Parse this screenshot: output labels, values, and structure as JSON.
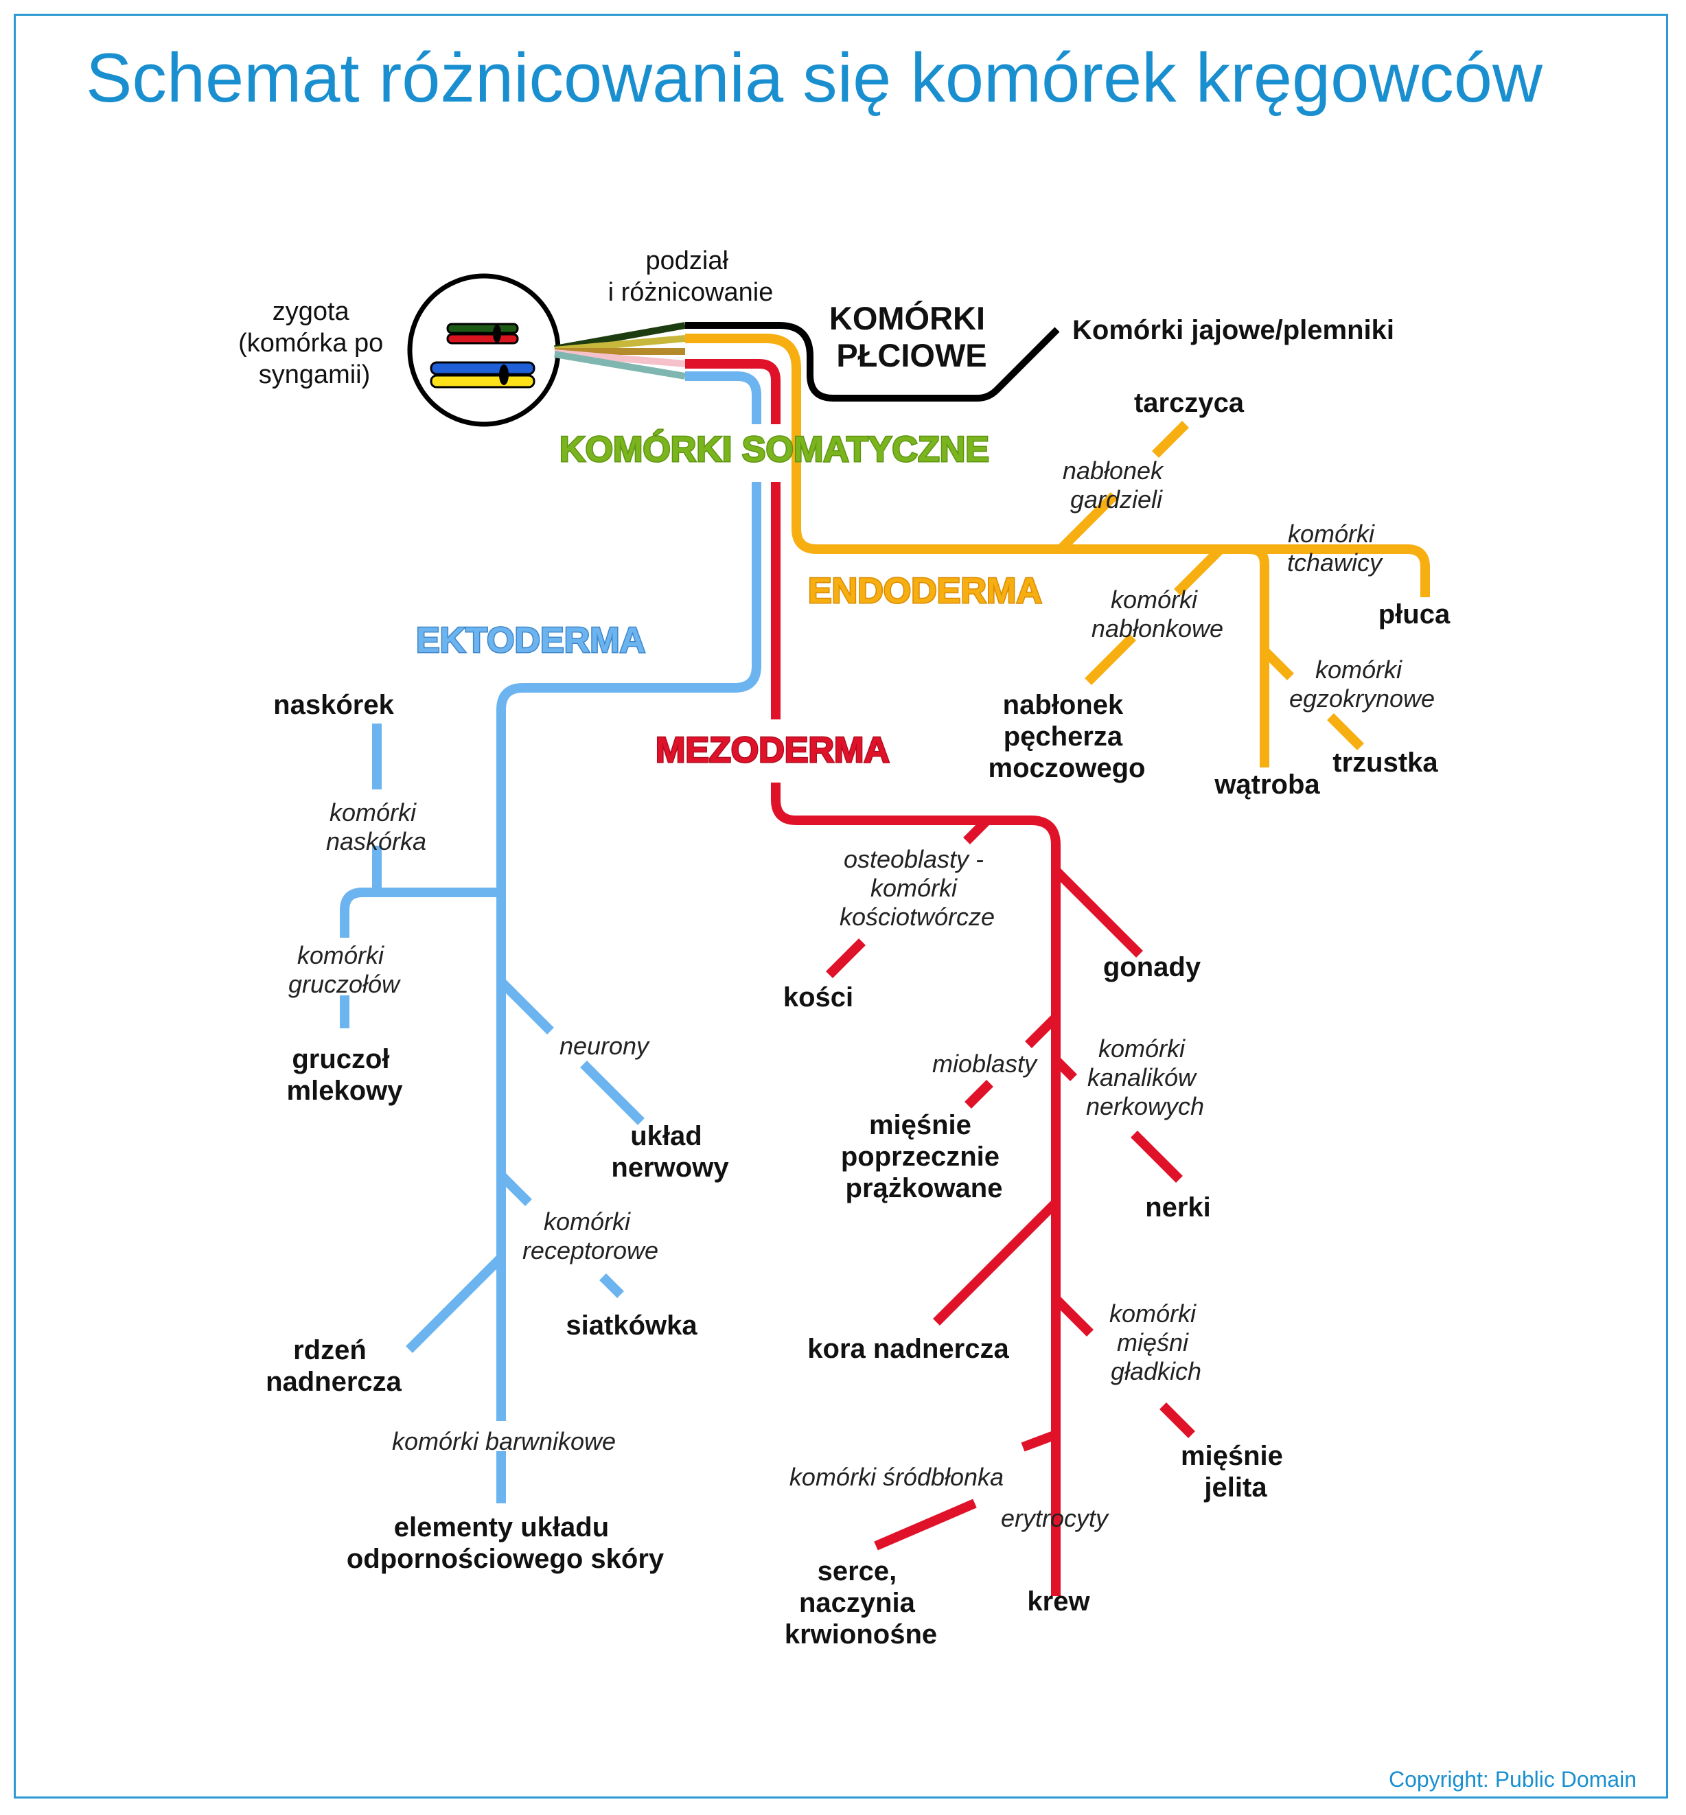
{
  "title": "Schemat różnicowania się komórek kręgowców",
  "zygote": [
    "zygota",
    "(komórka po",
    "syngamii)"
  ],
  "division": [
    "podział",
    "i różnicowanie"
  ],
  "sex_cells": {
    "heading": [
      "KOMÓRKI",
      "PŁCIOWE"
    ],
    "product": "Komórki jajowe/plemniki"
  },
  "somatic": "KOMÓRKI SOMATYCZNE",
  "endoderm": {
    "name": "ENDODERMA",
    "items": [
      {
        "cells": [
          "nabłonek",
          "gardzieli"
        ],
        "organ": [
          "tarczyca"
        ]
      },
      {
        "cells": [
          "komórki",
          "tchawicy"
        ],
        "organ": [
          "płuca"
        ]
      },
      {
        "cells": [
          "komórki",
          "nabłonkowe"
        ],
        "organ": [
          "nabłonek",
          "pęcherza",
          "moczowego"
        ]
      },
      {
        "cells": [
          "komórki",
          "egzokrynowe"
        ],
        "organ": [
          "trzustka"
        ]
      },
      {
        "cells": [],
        "organ": [
          "wątroba"
        ]
      }
    ]
  },
  "ectoderm": {
    "name": "EKTODERMA",
    "items": [
      {
        "cells": [
          "komórki",
          "naskórka"
        ],
        "organ": [
          "naskórek"
        ]
      },
      {
        "cells": [
          "komórki",
          "gruczołów"
        ],
        "organ": [
          "gruczoł",
          "mlekowy"
        ]
      },
      {
        "cells": [
          "neurony"
        ],
        "organ": [
          "układ",
          "nerwowy"
        ]
      },
      {
        "cells": [
          "komórki",
          "receptorowe"
        ],
        "organ": [
          "siatkówka"
        ]
      },
      {
        "cells": [],
        "organ": [
          "rdzeń",
          "nadnercza"
        ]
      },
      {
        "cells": [
          "komórki barwnikowe"
        ],
        "organ": [
          "elementy układu",
          "odpornościowego skóry"
        ]
      }
    ]
  },
  "mesoderm": {
    "name": "MEZODERMA",
    "items": [
      {
        "cells": [
          "osteoblasty -",
          "komórki",
          "kościotwórcze"
        ],
        "organ": [
          "kości"
        ]
      },
      {
        "cells": [],
        "organ": [
          "gonady"
        ]
      },
      {
        "cells": [
          "mioblasty"
        ],
        "organ": [
          "mięśnie",
          "poprzecznie",
          "prążkowane"
        ]
      },
      {
        "cells": [
          "komórki",
          "kanalików",
          "nerkowych"
        ],
        "organ": [
          "nerki"
        ]
      },
      {
        "cells": [],
        "organ": [
          "kora nadnercza"
        ]
      },
      {
        "cells": [
          "komórki",
          "mięśni",
          "gładkich"
        ],
        "organ": [
          "mięśnie",
          "jelita"
        ]
      },
      {
        "cells": [
          "komórki śródbłonka"
        ],
        "organ": [
          "serce,",
          "naczynia",
          "krwionośne"
        ]
      },
      {
        "cells": [
          "erytrocyty"
        ],
        "organ": [
          "krew"
        ]
      }
    ]
  },
  "copyright": "Copyright: Public Domain",
  "colors": {
    "ectoderm": "#6cb4f0",
    "mesoderm": "#e0122a",
    "endoderm": "#f7ae10",
    "sex_cells": "#000000",
    "somatic": "#7ab51d",
    "title": "#1a8fd0"
  }
}
